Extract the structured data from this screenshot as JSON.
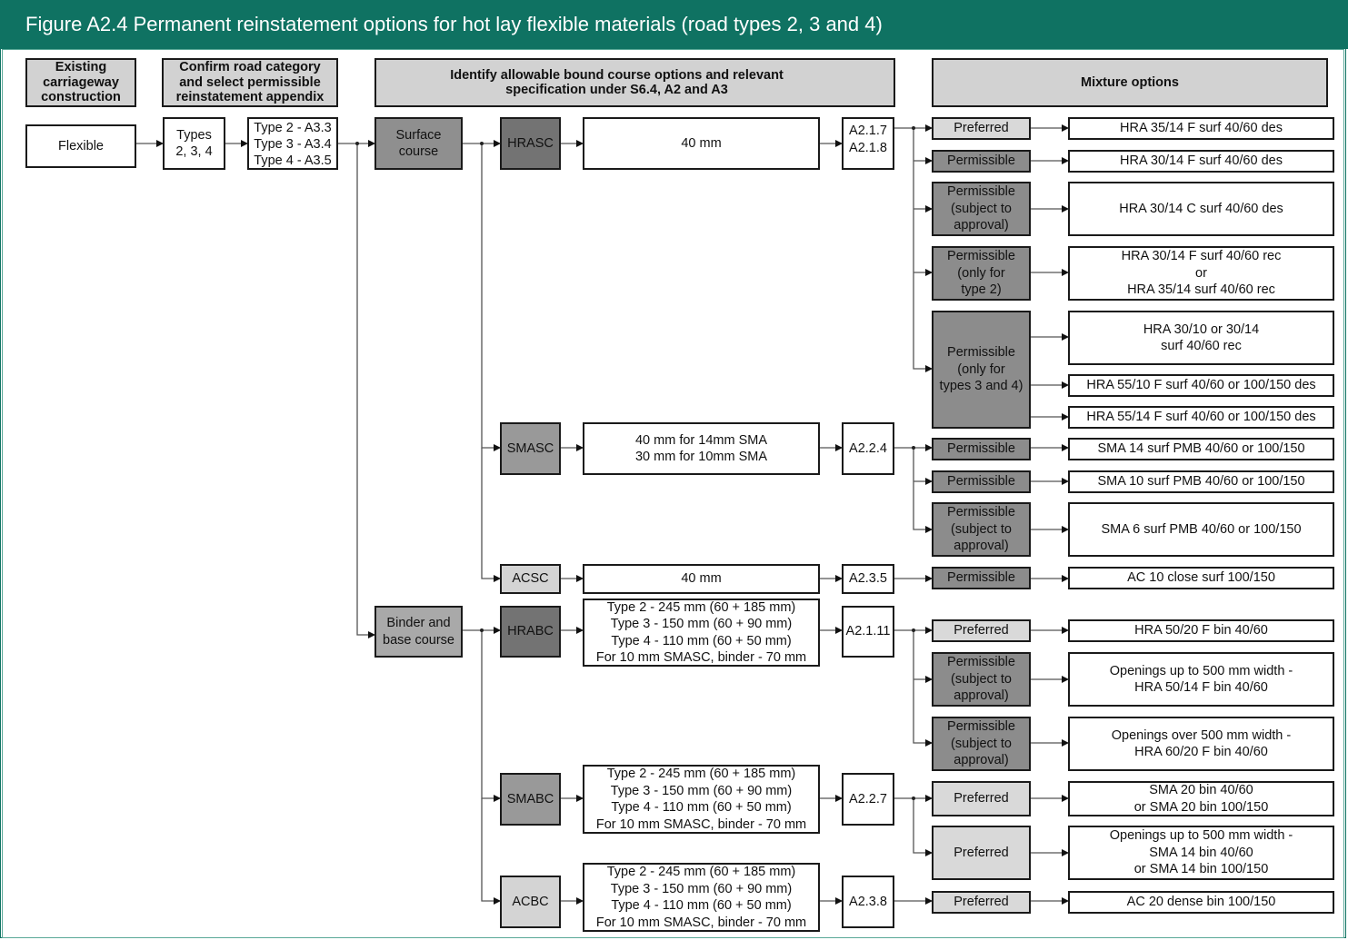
{
  "title": "Figure A2.4 Permanent reinstatement options for hot lay flexible materials (road types 2, 3 and 4)",
  "headers": {
    "existing": "Existing\ncarriageway\nconstruction",
    "confirm": "Confirm road category\nand select permissible\nreinstatement appendix",
    "identify_line1": "Identify allowable bound course options and relevant",
    "identify_line2": "specification under S6.4, A2 and A3",
    "mixture": "Mixture options"
  },
  "flow": {
    "construction": "Flexible",
    "types": "Types\n2, 3, 4",
    "appendix": "Type 2 - A3.3\nType 3 - A3.4\nType 4 - A3.5",
    "surface_course": "Surface\ncourse",
    "binder_course": "Binder and\nbase course"
  },
  "courses": [
    {
      "name": "HRASC",
      "thickness": "40 mm",
      "spec": "A2.1.7\nA2.1.8"
    },
    {
      "name": "SMASC",
      "thickness": "40 mm for 14mm SMA\n30 mm for 10mm SMA",
      "spec": "A2.2.4"
    },
    {
      "name": "ACSC",
      "thickness": "40 mm",
      "spec": "A2.3.5"
    },
    {
      "name": "HRABC",
      "thickness": "Type 2 - 245 mm (60 + 185 mm)\nType 3 - 150 mm (60 + 90 mm)\nType 4 - 110 mm (60 + 50 mm)\nFor 10 mm SMASC, binder - 70 mm",
      "spec": "A2.1.11"
    },
    {
      "name": "SMABC",
      "thickness": "Type 2 - 245 mm (60 + 185 mm)\nType 3 - 150 mm (60 + 90 mm)\nType 4 - 110 mm (60 + 50 mm)\nFor 10 mm SMASC, binder - 70 mm",
      "spec": "A2.2.7"
    },
    {
      "name": "ACBC",
      "thickness": "Type 2 - 245 mm (60 + 185 mm)\nType 3 - 150 mm (60 + 90 mm)\nType 4 - 110 mm (60 + 50 mm)\nFor 10 mm SMASC, binder - 70 mm",
      "spec": "A2.3.8"
    }
  ],
  "options": [
    {
      "status": "Preferred",
      "mixture": "HRA 35/14 F surf 40/60 des"
    },
    {
      "status": "Permissible",
      "mixture": "HRA 30/14 F surf 40/60 des"
    },
    {
      "status": "Permissible\n(subject to\napproval)",
      "mixture": "HRA 30/14 C surf 40/60 des"
    },
    {
      "status": "Permissible\n(only for\ntype 2)",
      "mixture": "HRA 30/14 F surf 40/60 rec\nor\nHRA 35/14 surf 40/60 rec"
    },
    {
      "status": "Permissible\n(only for\ntypes 3 and 4)",
      "mixtures": [
        "HRA 30/10 or 30/14\nsurf 40/60 rec",
        "HRA 55/10 F surf 40/60 or 100/150 des",
        "HRA 55/14 F surf 40/60  or 100/150 des"
      ]
    },
    {
      "status": "Permissible",
      "mixture": "SMA 14 surf PMB  40/60 or 100/150"
    },
    {
      "status": "Permissible",
      "mixture": "SMA 10 surf PMB  40/60 or 100/150"
    },
    {
      "status": "Permissible\n(subject to\napproval)",
      "mixture": "SMA 6 surf PMB  40/60 or 100/150"
    },
    {
      "status": "Permissible",
      "mixture": "AC 10 close surf 100/150"
    },
    {
      "status": "Preferred",
      "mixture": "HRA 50/20 F bin 40/60"
    },
    {
      "status": "Permissible\n(subject to\napproval)",
      "mixture": "Openings up to 500 mm width -\nHRA 50/14 F bin 40/60"
    },
    {
      "status": "Permissible\n(subject to\napproval)",
      "mixture": "Openings over 500 mm width -\nHRA 60/20 F bin 40/60"
    },
    {
      "status": "Preferred",
      "mixture": "SMA 20 bin 40/60\nor SMA 20 bin 100/150"
    },
    {
      "status": "Preferred",
      "mixture": "Openings up to 500 mm width -\nSMA 14 bin 40/60\nor SMA 14 bin 100/150"
    },
    {
      "status": "Preferred",
      "mixture": "AC 20 dense bin 100/150"
    }
  ]
}
